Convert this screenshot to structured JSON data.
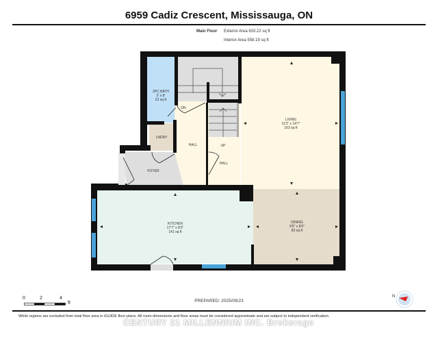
{
  "header": {
    "title": "6959 Cadiz Crescent, Mississauga, ON",
    "floor_name": "Main Floor",
    "exterior_area": "Exterior Area 633.22 sq ft",
    "interior_area": "Interior Area 558.19 sq ft"
  },
  "rooms": [
    {
      "name": "2PC BATH",
      "dims": "3' x 8'",
      "area": "22 sq ft",
      "color": "#bfe0f7"
    },
    {
      "name": "LNDRY",
      "dims": "",
      "area": "",
      "color": "#e6dccb"
    },
    {
      "name": "HALL",
      "dims": "",
      "area": "",
      "color": "#fdf7e3"
    },
    {
      "name": "UP",
      "dims": "",
      "area": "",
      "color": "#fdf7e3"
    },
    {
      "name": "HALL",
      "dims": "",
      "area": "",
      "color": "#fdf7e3"
    },
    {
      "name": "FOYER",
      "dims": "",
      "area": "",
      "color": "#dcdcdc"
    },
    {
      "name": "LIVING",
      "dims": "11'2\" x 14'7\"",
      "area": "163 sq ft",
      "color": "#fdf7e3"
    },
    {
      "name": "KITCHEN",
      "dims": "17'7\" x 8'2\"",
      "area": "141 sq ft",
      "color": "#e6f3ee"
    },
    {
      "name": "DINING",
      "dims": "9'9\" x 8'6\"",
      "area": "83 sq ft",
      "color": "#e6dccb"
    }
  ],
  "labels": {
    "dn": "DN"
  },
  "colors": {
    "wall": "#111111",
    "window": "#4aa3d8",
    "stairs": "#dedede"
  },
  "scale_bar": {
    "ticks": [
      "0",
      "2",
      "4"
    ],
    "unit": "ft"
  },
  "prepared": "PREPARED: 2025/09/23",
  "compass": {
    "label": "N"
  },
  "footer": {
    "disclaimer": "While regions are excluded from total floor area in iGUIDE floor plans. All room dimensions and floor areas must be considered approximate and are subject to independent verification.",
    "watermark": "CENTURY 21 MILLENNIUM INC. Brokerage"
  }
}
